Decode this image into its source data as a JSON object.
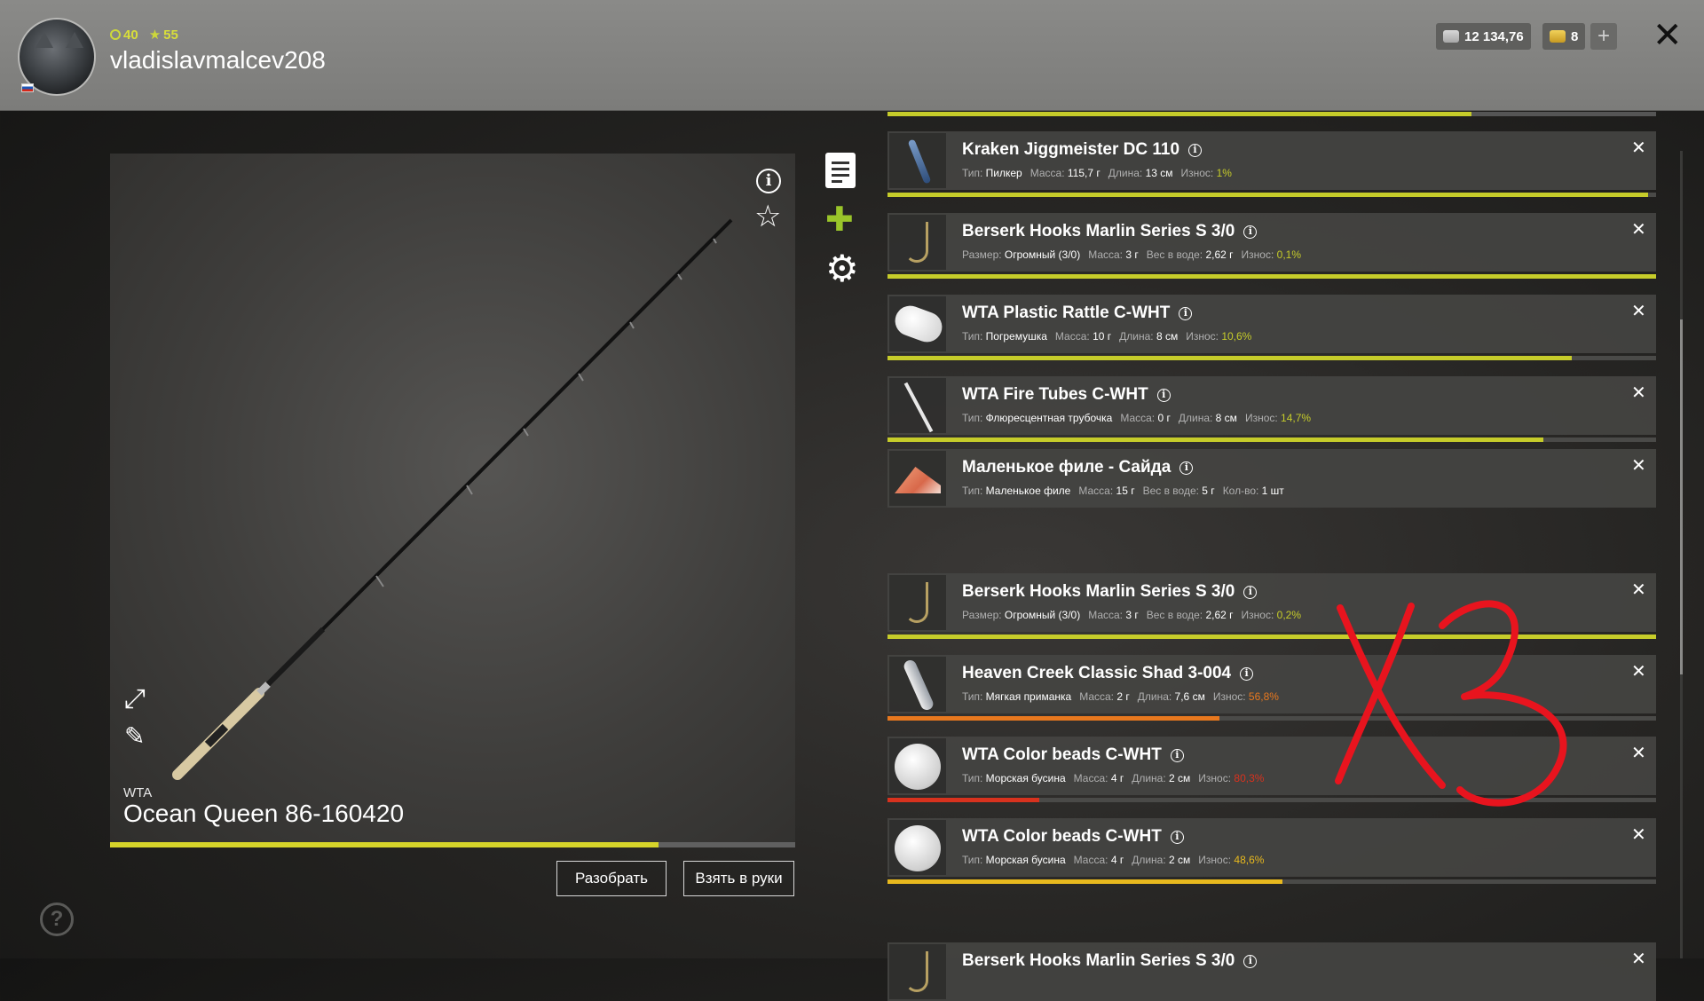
{
  "header": {
    "level_value": "40",
    "rank_value": "55",
    "username": "vladislavmalcev208",
    "silver": "12 134,76",
    "gold": "8",
    "plus_label": "+",
    "close_label": "✕"
  },
  "preview": {
    "brand": "WTA",
    "name": "Ocean Queen 86-160420",
    "wear_fraction": 0.8,
    "disassemble_label": "Разобрать",
    "equip_label": "Взять в руки",
    "colors": {
      "bar": "#d6d42a"
    }
  },
  "list": {
    "top_progress_fraction": 0.76,
    "items": [
      {
        "icon": "jig-icon",
        "name": "Kraken Jiggmeister DC 110",
        "meta": [
          [
            "Тип:",
            "Пилкер"
          ],
          [
            "Масса:",
            "115,7 г"
          ],
          [
            "Длина:",
            "13 см"
          ]
        ],
        "wear_label": "Износ:",
        "wear": "1%",
        "wear_color": "#c6cc2a",
        "bar_fraction": 0.99,
        "bar_color": "#c6cc2a"
      },
      {
        "icon": "hook-icon",
        "name": "Berserk Hooks Marlin Series S 3/0",
        "meta": [
          [
            "Размер:",
            "Огромный (3/0)"
          ],
          [
            "Масса:",
            "3 г"
          ],
          [
            "Вес в воде:",
            "2,62 г"
          ]
        ],
        "wear_label": "Износ:",
        "wear": "0,1%",
        "wear_color": "#c6cc2a",
        "bar_fraction": 1.0,
        "bar_color": "#c6cc2a"
      },
      {
        "icon": "rattle-icon",
        "name": "WTA Plastic Rattle C-WHT",
        "meta": [
          [
            "Тип:",
            "Погремушка"
          ],
          [
            "Масса:",
            "10 г"
          ],
          [
            "Длина:",
            "8 см"
          ]
        ],
        "wear_label": "Износ:",
        "wear": "10,6%",
        "wear_color": "#c6cc2a",
        "bar_fraction": 0.89,
        "bar_color": "#c6cc2a"
      },
      {
        "icon": "tube-icon",
        "name": "WTA Fire Tubes C-WHT",
        "meta": [
          [
            "Тип:",
            "Флюресцентная трубочка"
          ],
          [
            "Масса:",
            "0 г"
          ],
          [
            "Длина:",
            "8 см"
          ]
        ],
        "wear_label": "Износ:",
        "wear": "14,7%",
        "wear_color": "#c6cc2a",
        "bar_fraction": 0.853,
        "bar_color": "#c6cc2a"
      },
      {
        "icon": "fillet-icon",
        "name": "Маленькое филе - Сайда",
        "meta": [
          [
            "Тип:",
            "Маленькое филе"
          ],
          [
            "Масса:",
            "15 г"
          ],
          [
            "Вес в воде:",
            "5 г"
          ],
          [
            "Кол-во:",
            "1 шт"
          ]
        ],
        "wear_label": "",
        "wear": "",
        "wear_color": "#c6cc2a",
        "bar_fraction": 0,
        "bar_color": "#c6cc2a"
      },
      {
        "icon": "hook-icon",
        "name": "Berserk Hooks Marlin Series S 3/0",
        "meta": [
          [
            "Размер:",
            "Огромный (3/0)"
          ],
          [
            "Масса:",
            "3 г"
          ],
          [
            "Вес в воде:",
            "2,62 г"
          ]
        ],
        "wear_label": "Износ:",
        "wear": "0,2%",
        "wear_color": "#c6cc2a",
        "bar_fraction": 1.0,
        "bar_color": "#c6cc2a"
      },
      {
        "icon": "shad-icon",
        "name": "Heaven Creek Classic Shad 3-004",
        "meta": [
          [
            "Тип:",
            "Мягкая приманка"
          ],
          [
            "Масса:",
            "2 г"
          ],
          [
            "Длина:",
            "7,6 см"
          ]
        ],
        "wear_label": "Износ:",
        "wear": "56,8%",
        "wear_color": "#e8781e",
        "bar_fraction": 0.432,
        "bar_color": "#e8781e"
      },
      {
        "icon": "bead-icon",
        "name": "WTA Color beads C-WHT",
        "meta": [
          [
            "Тип:",
            "Морская бусина"
          ],
          [
            "Масса:",
            "4 г"
          ],
          [
            "Длина:",
            "2 см"
          ]
        ],
        "wear_label": "Износ:",
        "wear": "80,3%",
        "wear_color": "#d8321e",
        "bar_fraction": 0.197,
        "bar_color": "#d8321e"
      },
      {
        "icon": "bead-icon",
        "name": "WTA Color beads C-WHT",
        "meta": [
          [
            "Тип:",
            "Морская бусина"
          ],
          [
            "Масса:",
            "4 г"
          ],
          [
            "Длина:",
            "2 см"
          ]
        ],
        "wear_label": "Износ:",
        "wear": "48,6%",
        "wear_color": "#e8b91e",
        "bar_fraction": 0.514,
        "bar_color": "#e8b91e"
      },
      {
        "icon": "hook-icon",
        "name": "Berserk Hooks Marlin Series S 3/0",
        "meta": [],
        "wear_label": "",
        "wear": "",
        "wear_color": "#c6cc2a",
        "bar_fraction": 0,
        "bar_color": "#c6cc2a"
      }
    ]
  },
  "annotation": {
    "text": "X3",
    "color": "#e8141e"
  }
}
